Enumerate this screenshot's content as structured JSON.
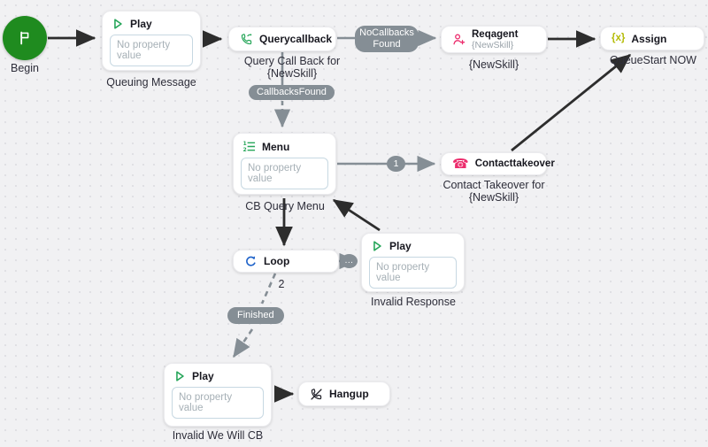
{
  "canvas": {
    "name": "call-flow-designer"
  },
  "colors": {
    "node_green": "#27a65a",
    "begin_green": "#1f8b1f",
    "loop_blue": "#1e62c9",
    "pink": "#ec2d6d",
    "assign_yellow": "#b4bb06",
    "badge_gray": "#858e95",
    "edge_dark": "#2d2d2d",
    "edge_gray": "#858e95"
  },
  "nodes": {
    "begin": {
      "label": "Begin"
    },
    "queuing_message": {
      "title": "Play",
      "placeholder": "No property value",
      "caption": "Queuing Message"
    },
    "querycallback": {
      "title": "Querycallback",
      "caption": "Query Call Back for {NewSkill}"
    },
    "reqagent": {
      "title": "Reqagent",
      "subtitle": "{NewSkill}",
      "caption": "{NewSkill}"
    },
    "assign": {
      "title": "Assign",
      "icon_text": "{x}",
      "caption": "QueueStart NOW"
    },
    "menu": {
      "title": "Menu",
      "placeholder": "No property value",
      "caption": "CB Query Menu"
    },
    "contacttakeover": {
      "title": "Contacttakeover",
      "caption": "Contact Takeover for {NewSkill}"
    },
    "loop": {
      "title": "Loop",
      "caption": "2"
    },
    "invalid_response": {
      "title": "Play",
      "placeholder": "No property value",
      "caption": "Invalid Response"
    },
    "invalid_we_will_cb": {
      "title": "Play",
      "placeholder": "No property value",
      "caption": "Invalid We Will CB"
    },
    "hangup": {
      "title": "Hangup"
    }
  },
  "edge_labels": {
    "no_callbacks_found": "NoCallbacksFound",
    "callbacks_found": "CallbacksFound",
    "finished": "Finished",
    "menu_branch_1": "1",
    "loop_branch_dots": "..."
  },
  "icons": {
    "begin": "flag-icon",
    "play": "play-icon",
    "querycallback": "phone-callback-icon",
    "menu": "ordered-list-icon",
    "reqagent": "agent-plus-icon",
    "contacttakeover": "phone-icon",
    "contacttakeover_glyph": "☎",
    "assign": "braces-x-icon",
    "loop": "loop-icon",
    "hangup": "phone-hangup-icon"
  }
}
